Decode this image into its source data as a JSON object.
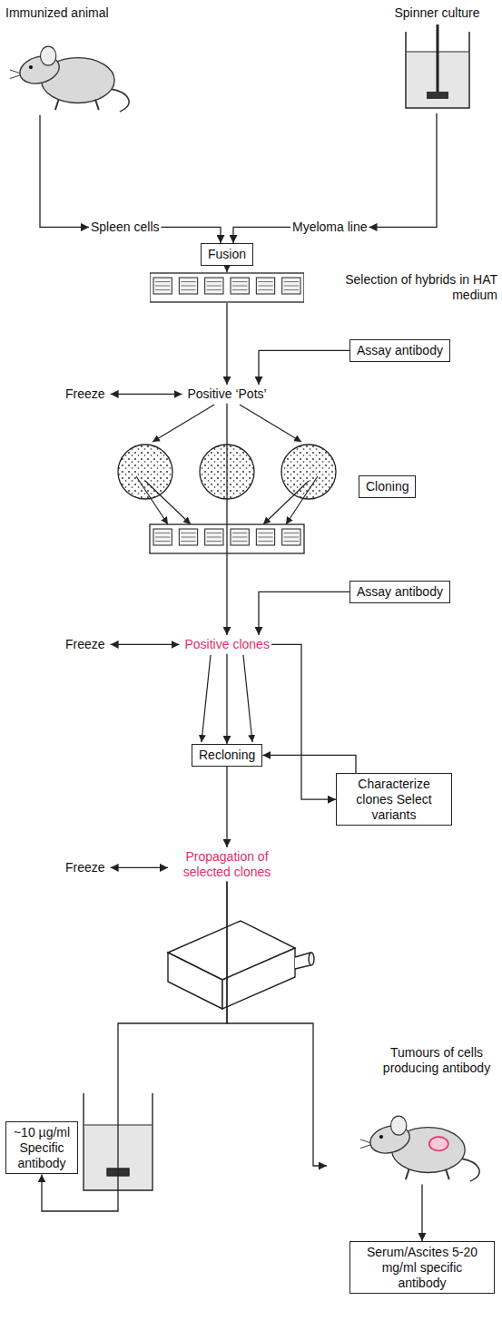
{
  "diagram": {
    "nodes": [
      {
        "text": [
          "Immunized animal"
        ]
      },
      {
        "text": [
          "Spinner culture"
        ]
      },
      {
        "text": [
          "Spleen cells"
        ]
      },
      {
        "text": [
          "Myeloma line"
        ]
      },
      {
        "text": [
          "Fusion"
        ]
      },
      {
        "text": [
          "Selection of hybrids in HAT medium"
        ]
      },
      {
        "text": [
          "Assay antibody"
        ]
      },
      {
        "text": [
          "Freeze"
        ]
      },
      {
        "text": [
          "Positive ‘Pots’"
        ]
      },
      {
        "text": [
          "Cloning"
        ]
      },
      {
        "text": [
          "Assay antibody"
        ]
      },
      {
        "text": [
          "Freeze"
        ]
      },
      {
        "text": [
          "Positive clones"
        ]
      },
      {
        "text": [
          "Recloning"
        ]
      },
      {
        "text": [
          "Characterize clones Select variants"
        ]
      },
      {
        "text": [
          "Freeze"
        ]
      },
      {
        "text": [
          "Propagation of selected clones"
        ]
      },
      {
        "text": [
          "Tumours of cells producing antibody"
        ]
      },
      {
        "text": [
          "~10 µg/ml Specific antibody"
        ]
      },
      {
        "text": [
          "Serum/Ascites 5-20 mg/ml specific antibody"
        ]
      }
    ],
    "edges": [
      {
        "from": 0,
        "to": 2,
        "arrow": "to"
      },
      {
        "from": 1,
        "to": 3,
        "arrow": "to"
      },
      {
        "from": 2,
        "to": 4,
        "arrow": "to"
      },
      {
        "from": 3,
        "to": 4,
        "arrow": "to"
      },
      {
        "from": 4,
        "to": 5,
        "arrow": "to"
      },
      {
        "from": 5,
        "to": 8,
        "arrow": "to"
      },
      {
        "from": 6,
        "to": 8,
        "arrow": "to"
      },
      {
        "from": 7,
        "to": 8,
        "arrow": "both"
      },
      {
        "from": 8,
        "to": 12,
        "arrow": "to"
      },
      {
        "from": 10,
        "to": 12,
        "arrow": "to"
      },
      {
        "from": 11,
        "to": 12,
        "arrow": "both"
      },
      {
        "from": 12,
        "to": 13,
        "arrow": "to"
      },
      {
        "from": 12,
        "to": 14,
        "arrow": "to"
      },
      {
        "from": 14,
        "to": 13,
        "arrow": "to"
      },
      {
        "from": 13,
        "to": 16,
        "arrow": "to"
      },
      {
        "from": 15,
        "to": 16,
        "arrow": "both"
      },
      {
        "from": 16,
        "to": 17,
        "arrow": "to"
      },
      {
        "from": 16,
        "to": 18,
        "arrow": "to"
      },
      {
        "from": 17,
        "to": 19,
        "arrow": "to"
      }
    ]
  }
}
